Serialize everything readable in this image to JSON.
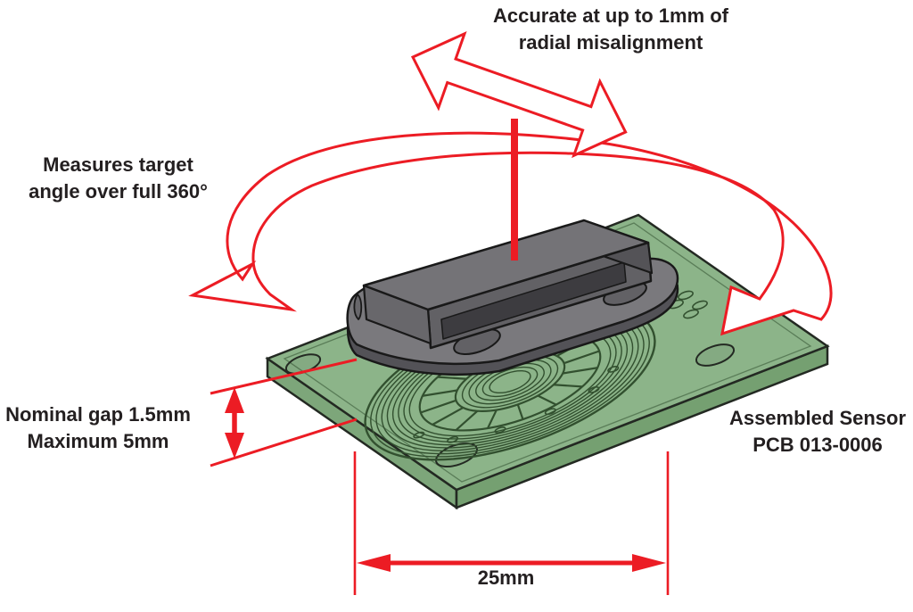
{
  "diagram": {
    "title_hint": "Inductive angle sensor assembly diagram",
    "labels": {
      "misalignment": {
        "line1": "Accurate at up to 1mm of",
        "line2": "radial misalignment"
      },
      "rotation": {
        "line1": "Measures target",
        "line2": "angle over full 360°"
      },
      "gap": {
        "line1": "Nominal gap 1.5mm",
        "line2": "Maximum 5mm"
      },
      "sensor": {
        "line1": "Assembled Sensor",
        "line2": "PCB 013-0006"
      },
      "width_dimension": "25mm"
    },
    "annotations": [
      {
        "icon": "curved-double-arrow-icon",
        "meaning": "full 360 degree rotation around axis"
      },
      {
        "icon": "double-headed-arrow-icon",
        "meaning": "radial misalignment tolerance"
      },
      {
        "icon": "axis-line-icon",
        "meaning": "rotation axis through sensor housing"
      },
      {
        "icon": "vertical-dimension-arrow-icon",
        "meaning": "air gap between sensor and PCB"
      },
      {
        "icon": "horizontal-dimension-arrow-icon",
        "meaning": "25mm PCB coil width"
      }
    ]
  },
  "colors": {
    "red": "#ec1c24",
    "ink": "#231f20",
    "white": "#ffffff",
    "pcb_top": "#8cb489",
    "pcb_side_left": "#7da67a",
    "pcb_side_right": "#75a071",
    "pcb_outline": "#232922",
    "trace": "#32502f",
    "block_top": "#747377",
    "block_front": "#626165",
    "block_inset": "#3d3c40",
    "block_end": "#545357",
    "block_side": "#68676b",
    "base_top": "#7a797d",
    "base_side": "#535257",
    "hole_fill": "#626165",
    "outline_dark": "#191919"
  }
}
